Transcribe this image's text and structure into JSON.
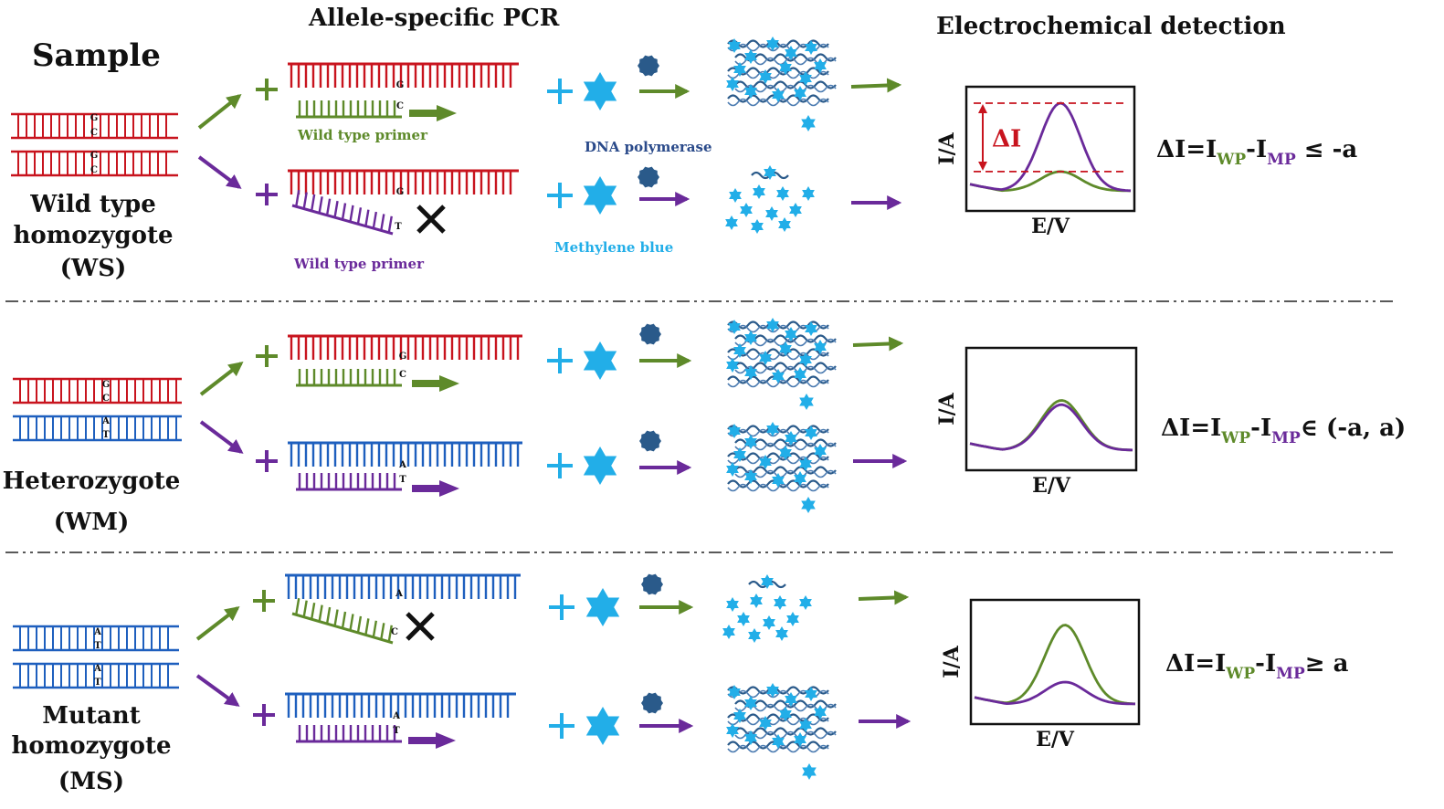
{
  "colors": {
    "red": "#c8141e",
    "blue": "#1e5fbe",
    "green": "#5e8a2a",
    "purple": "#6a2a9a",
    "cyan": "#22aee8",
    "dark_blue": "#2a5a8a",
    "text": "#111111"
  },
  "headers": {
    "sample": "Sample",
    "pcr": "Allele-specific PCR",
    "detection": "Electrochemical detection"
  },
  "labels": {
    "dna_polymerase": "DNA polymerase",
    "methylene_blue": "Methylene blue",
    "primer_green": "Wild type primer",
    "primer_purple": "Wild type primer",
    "axis_y": "I/A",
    "axis_x": "E/V",
    "delta_i": "ΔI"
  },
  "samples": [
    {
      "line1": "Wild type",
      "line2": "homozygote",
      "line3": "(WS)"
    },
    {
      "line1": "Heterozygote",
      "line2": "(WM)"
    },
    {
      "line1": "Mutant",
      "line2": "homozygote",
      "line3": "(MS)"
    }
  ],
  "equations": [
    {
      "lead": "ΔI=I",
      "sub1": "WP",
      "mid": "-I",
      "sub2": "MP",
      "tail": " ≤ -a"
    },
    {
      "lead": "ΔI=I",
      "sub1": "WP",
      "mid": "-I",
      "sub2": "MP",
      "tail": "∈  (-a, a)"
    },
    {
      "lead": "ΔI=I",
      "sub1": "WP",
      "mid": "-I",
      "sub2": "MP",
      "tail": "≥ a"
    }
  ],
  "bases": {
    "G": "G",
    "C": "C",
    "A": "A",
    "T": "T"
  },
  "signals": [
    {
      "green_peak": 0.22,
      "purple_peak": 1.0
    },
    {
      "green_peak": 0.58,
      "purple_peak": 0.53
    },
    {
      "green_peak": 0.9,
      "purple_peak": 0.25
    }
  ]
}
